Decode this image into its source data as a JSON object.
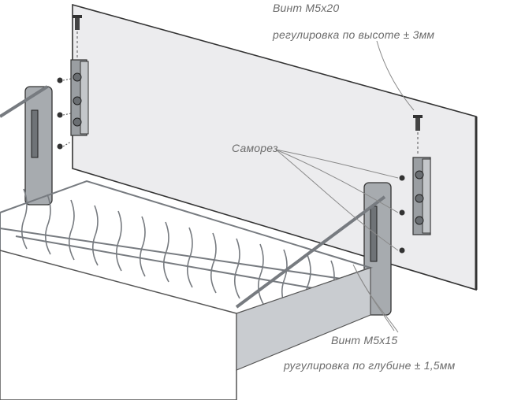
{
  "labels": {
    "screw_top_name": "Винт M5x20",
    "screw_top_note": "регулировка по высоте ± 3мм",
    "self_tapping": "Саморез",
    "screw_bottom_name": "Винт M5x15",
    "screw_bottom_note": "ругулировка по глубине ± 1,5мм"
  },
  "colors": {
    "panel_fill": "#ececee",
    "metal": "#8e9296",
    "dark_metal": "#55595d",
    "wire": "#777b80",
    "leader": "#8a8a8a",
    "text": "#6b6b6b"
  }
}
